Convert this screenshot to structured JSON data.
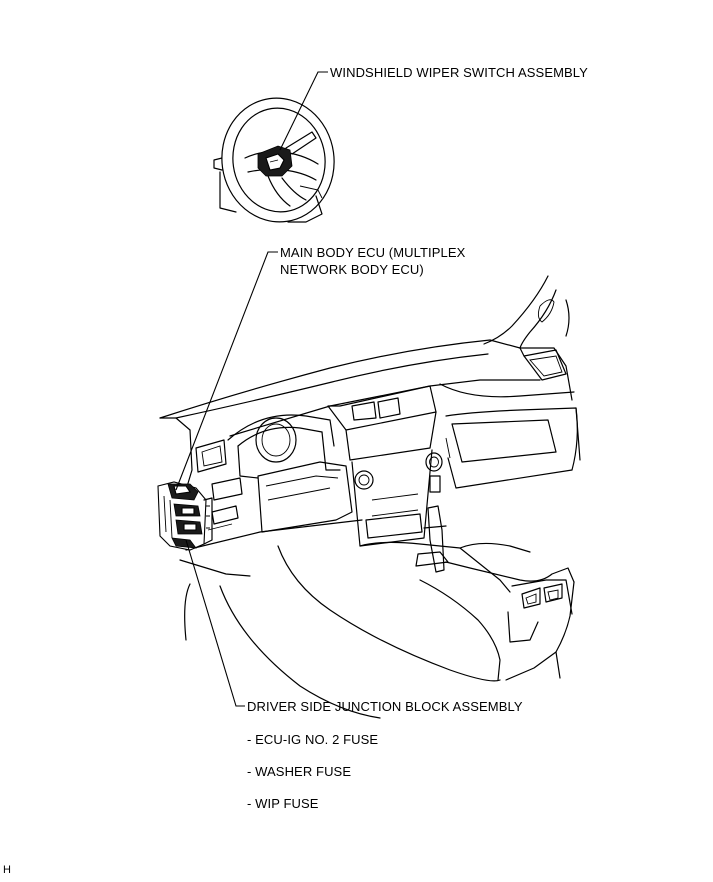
{
  "labels": {
    "wiper_switch": "WINDSHIELD WIPER SWITCH ASSEMBLY",
    "main_body_ecu_line1": "MAIN BODY ECU (MULTIPLEX",
    "main_body_ecu_line2": "NETWORK BODY ECU)",
    "junction_block": "DRIVER SIDE JUNCTION BLOCK ASSEMBLY",
    "fuses": [
      "- ECU-IG NO. 2 FUSE",
      "- WASHER FUSE",
      "- WIP FUSE"
    ]
  },
  "figure_code": "H"
}
